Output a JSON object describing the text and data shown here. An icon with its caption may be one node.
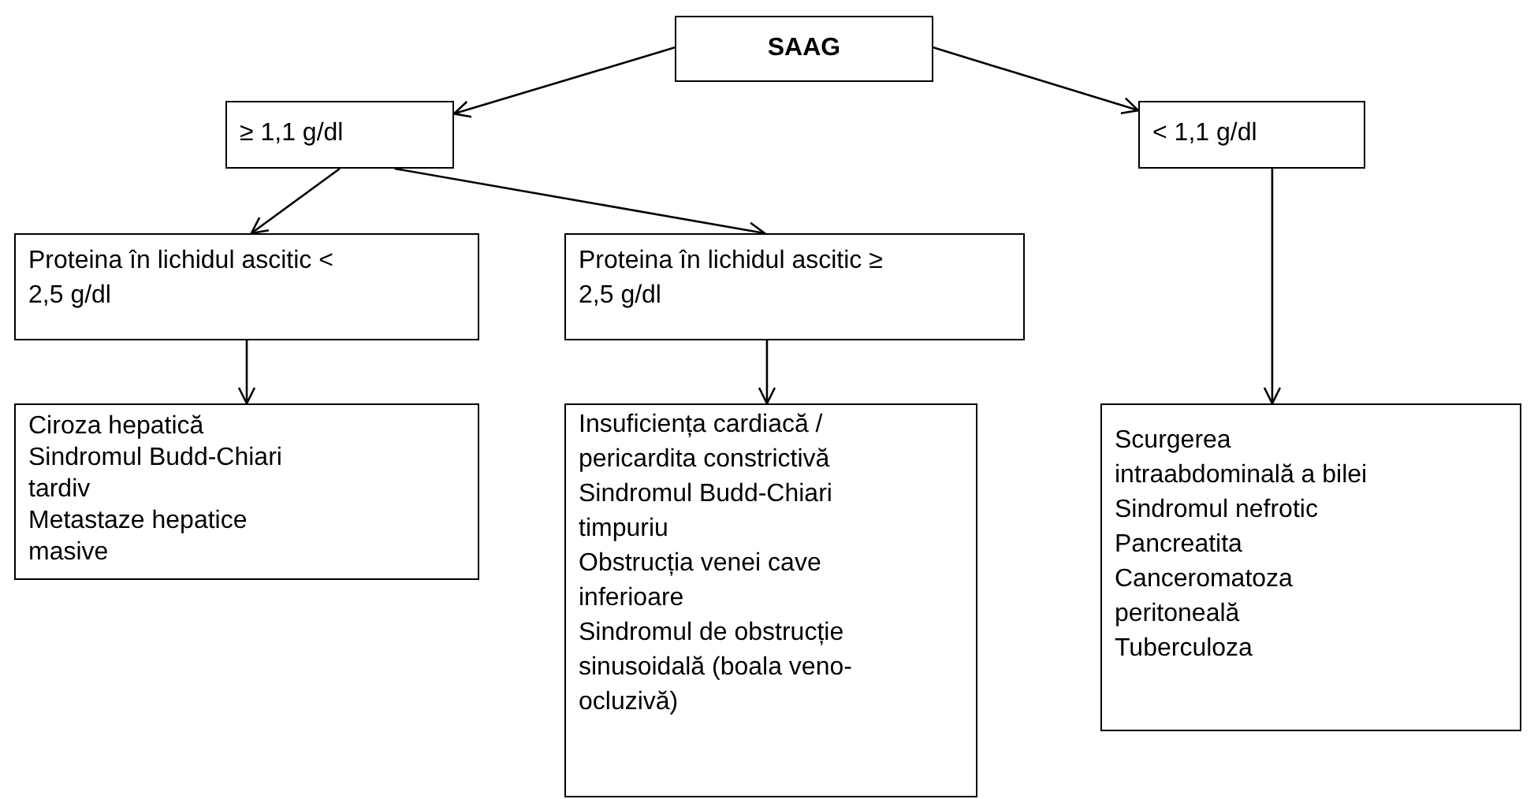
{
  "diagram": {
    "nodes": [
      {
        "text": [
          "SAAG"
        ]
      },
      {
        "text": [
          "≥ 1,1 g/dl"
        ]
      },
      {
        "text": [
          "< 1,1 g/dl"
        ]
      },
      {
        "text": [
          "Proteina în lichidul ascitic < 2,5 g/dl"
        ]
      },
      {
        "text": [
          "Proteina în lichidul ascitic ≥ 2,5 g/dl"
        ]
      },
      {
        "text": [
          "Ciroza hepatică",
          "Sindromul Budd-Chiari tardiv",
          "Metastaze hepatice masive"
        ]
      },
      {
        "text": [
          "Insuficiența cardiacă / pericardita constrictivă",
          "Sindromul Budd-Chiari timpuriu",
          "Obstrucția venei cave inferioare",
          "Sindromul de obstrucție sinusoidală (boala veno-ocluzivă)"
        ]
      },
      {
        "text": [
          "Scurgerea intraabdominală a bilei",
          "Sindromul nefrotic",
          "Pancreatita",
          "Canceromatoza peritoneală",
          "Tuberculoza"
        ]
      }
    ],
    "edges": [
      {
        "from": 0,
        "to": 1,
        "arrow": "to"
      },
      {
        "from": 0,
        "to": 2,
        "arrow": "to"
      },
      {
        "from": 1,
        "to": 3,
        "arrow": "to"
      },
      {
        "from": 1,
        "to": 4,
        "arrow": "to"
      },
      {
        "from": 3,
        "to": 5,
        "arrow": "to"
      },
      {
        "from": 4,
        "to": 6,
        "arrow": "to"
      },
      {
        "from": 2,
        "to": 7,
        "arrow": "to"
      }
    ]
  }
}
